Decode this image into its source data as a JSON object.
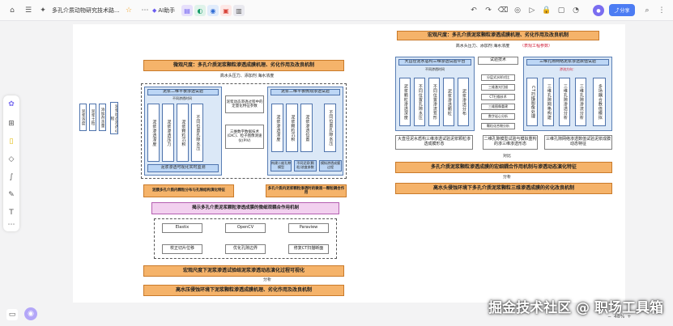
{
  "topbar": {
    "doc_title": "多孔介质动物研究技术路...",
    "ai_label": "AI助手",
    "share_label": "分享"
  },
  "left_top": {
    "title": "微观尺度：多孔介质泥浆颗粒渗透成膜机理、劣化作用及改良机制",
    "params": "高水头压力、添加剂    海水浓度"
  },
  "left_small": {
    "c1": "泥浆浓度",
    "c2": "泥浆土粒",
    "c3": "添加剂含量",
    "c4": "泥浆动态渗透过程"
  },
  "left_panel1": {
    "title": "泥浆二维平板渗透试验",
    "sub": "不同渗透时间",
    "cols": [
      "泥浆渗透深度",
      "泥浆渗透压力",
      "泥浆颗粒沉积",
      "不同位置孔隙水压"
    ],
    "bottom": "泥浆渗透可视化实时监测"
  },
  "left_mid": {
    "top": "泥浆动态渗透过程中的定量化特征参数",
    "bottom": "三维数字数据技术(DIC)、粒子图像测速仪(PIV)"
  },
  "left_panel2": {
    "title": "泥浆二维平板微观渗透试验",
    "cols": [
      "泥浆渗透深度",
      "泥浆颗粒沉积",
      "泥浆渗透位置",
      "不同位置孔隙水压"
    ],
    "b1": "构建二维孔隙模型",
    "b2": "不同泥浆(颗粒)浓度参数",
    "b3": "模拟渗透成膜过程"
  },
  "left_lower": {
    "o1": "泥膜多孔介质内颗粒分布与孔隙结构演化特征",
    "o2": "多孔介质内泥浆颗粒渗透时的微观一颗粒耦合作用",
    "pink": "揭示多孔介质泥浆颗粒渗透成膜的微细观耦合作用机制",
    "sw1": "Elastix",
    "sw2": "OpenCV",
    "sw3": "Paraview",
    "fn1": "校正切片位移",
    "fn2": "优化孔隙边界",
    "fn3": "修复CT扫描断面",
    "o3": "宏观尺度下泥浆渗透试验结泥浆渗透动态演化过程可视化",
    "arrow": "分析",
    "o4": "高水压侵蚀环境下泥浆颗粒渗透成膜机理、劣化作用及改良机制"
  },
  "right_top": {
    "title": "宏观尺度：多孔介质泥浆颗粒渗透成膜机理、劣化作用及改良机制",
    "params": "高水头压力、添加剂    海水浓度",
    "note": "（表观工程参数）"
  },
  "right_panel1": {
    "title": "大直径泥水盾构三维渗透试验平台",
    "sub": "不同渗透时间",
    "cols": [
      "泥浆颗粒渗透深度",
      "不同位置孔隙水压",
      "不同位置渗流变形",
      "泥浆渗透颗粒",
      "泥浆渗透分布"
    ]
  },
  "right_mid": {
    "title": "试验技术",
    "items": [
      "分层式水样对比",
      "三维激光扫描",
      "CT扫描技术",
      "三维图像重建",
      "数字岩心分析",
      "颗粒化合物分析"
    ]
  },
  "right_panel2": {
    "title": "三维孔隙网络泥浆渗透数值试验",
    "note": "渗流方向：",
    "cols": [
      "CT扫描图像处理",
      "三维孔隙网格构建",
      "三维孔隙渗透分析",
      "三维孔隙渗流分析",
      "多场耦合数值模拟"
    ]
  },
  "right_lower": {
    "w1": "大直径泥水盾构三维渗透试验泥浆颗粒渗透成膜形态",
    "w2": "二维孔隙模型试验与模拟重构的渗三维渗透形态",
    "w3": "三维孔隙网络渗透数值试验泥浆成膜动态特征",
    "arrow1": "对比",
    "o1": "多孔介质泥浆颗粒渗透成膜的宏细耦合作用机制与渗透动态演化特征",
    "arrow2": "分析",
    "o2": "高水头侵蚀环境下多孔介质泥浆颗粒三维渗透成膜的劣化改良机制"
  },
  "zoom_label": "48%",
  "watermark": "掘金技术社区 @ 职场工具箱"
}
